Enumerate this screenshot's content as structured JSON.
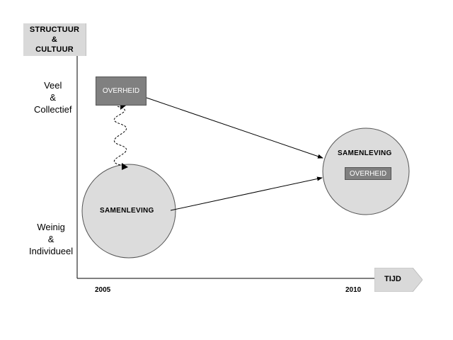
{
  "y_axis": {
    "title_lines": [
      "STRUCTUUR",
      "&",
      "CULTUUR"
    ],
    "top_label": [
      "Veel",
      "&",
      "Collectief"
    ],
    "bottom_label": [
      "Weinig",
      "&",
      "Individueel"
    ]
  },
  "x_axis": {
    "title": "TIJD",
    "start_year": "2005",
    "end_year": "2010"
  },
  "nodes": {
    "government_2005": "OVERHEID",
    "society_2005": "SAMENLEVING",
    "society_2010": "SAMENLEVING",
    "government_2010": "OVERHEID"
  },
  "colors": {
    "circle_fill": "#dcdcdc",
    "box_fill": "#808080",
    "axis_label_bg": "#d9d9d9"
  }
}
